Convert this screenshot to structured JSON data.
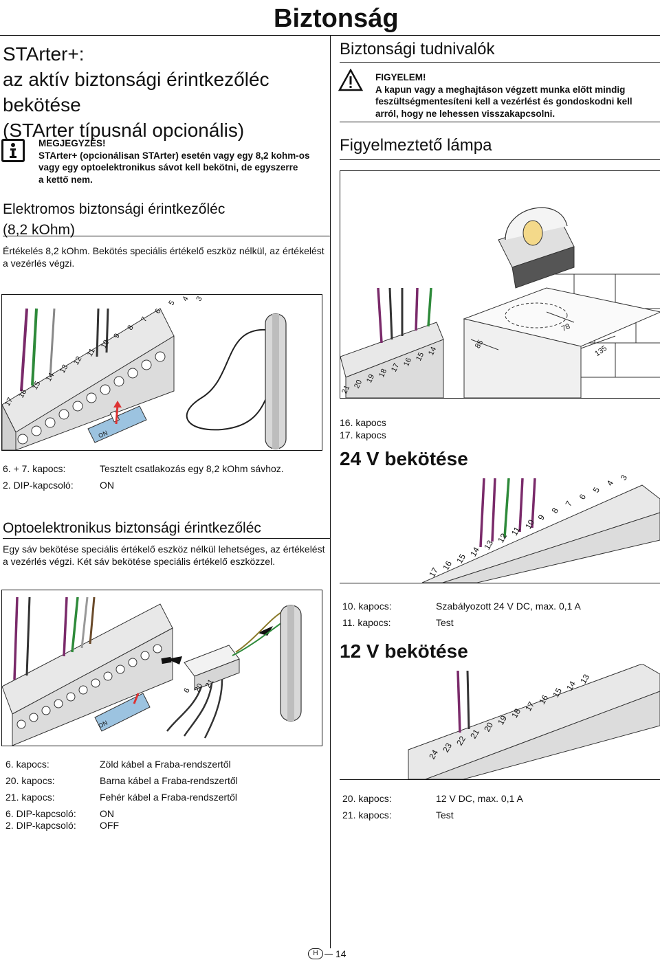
{
  "header": {
    "title": "Biztonság"
  },
  "left": {
    "title_lines": [
      "STArter+:",
      "az aktív biztonsági érintkezőléc",
      "bekötése",
      "(STArter típusnál opcionális)"
    ],
    "note": {
      "icon": "info-icon",
      "lines": [
        "MEGJEGYZÉS!",
        "STArter+ (opcionálisan STArter) esetén vagy egy 8,2 kohm-os",
        "vagy egy optoelektronikus sávot kell bekötni, de egyszerre",
        "a kettő nem."
      ]
    },
    "section1": {
      "title_lines": [
        "Elektromos biztonsági érintkezőléc",
        "(8,2 kOhm)"
      ],
      "text_lines": [
        "Értékelés 8,2 kOhm. Bekötés speciális értékelő eszköz nélkül, az értékelést",
        "a vezérlés végzi."
      ],
      "terminals": [
        "17",
        "16",
        "15",
        "14",
        "13",
        "12",
        "11",
        "10",
        "9",
        "8",
        "7",
        "6",
        "5",
        "4",
        "3"
      ],
      "dip_label": "ON",
      "rows": [
        {
          "label": "6. + 7. kapocs:",
          "value": "Tesztelt csatlakozás egy 8,2 kOhm sávhoz."
        },
        {
          "label": "2. DIP-kapcsoló:",
          "value": "ON"
        }
      ]
    },
    "section2": {
      "title": "Optoelektronikus biztonsági érintkezőléc",
      "text_lines": [
        "Egy sáv bekötése speciális értékelő eszköz nélkül lehetséges, az értékelést",
        "a vezérlés végzi. Két sáv bekötése speciális értékelő eszközzel."
      ],
      "wire_labels": [
        "6",
        "20",
        "21"
      ],
      "dip_label": "ON",
      "rows": [
        {
          "label": "6. kapocs:",
          "value": "Zöld kábel a Fraba-rendszertől"
        },
        {
          "label": "20. kapocs:",
          "value": "Barna kábel a Fraba-rendszertől"
        },
        {
          "label": "21. kapocs:",
          "value": "Fehér kábel a Fraba-rendszertől"
        },
        {
          "label": "6. DIP-kapcsoló:",
          "value": "ON"
        },
        {
          "label": "2. DIP-kapcsoló:",
          "value": "OFF"
        }
      ]
    }
  },
  "right": {
    "safety": {
      "title": "Biztonsági tudnivalók",
      "icon": "warning-icon",
      "lines": [
        "FIGYELEM!",
        "A kapun vagy a meghajtáson végzett munka előtt mindig",
        "feszültségmentesíteni kell a vezérlést és gondoskodni kell",
        "arról, hogy ne lehessen visszakapcsolni."
      ]
    },
    "lamp": {
      "title": "Figyelmeztető lámpa",
      "terminals": [
        "21",
        "20",
        "19",
        "18",
        "17",
        "16",
        "15",
        "14"
      ],
      "dims": [
        "78",
        "85",
        "135"
      ],
      "kapocs_lines": [
        "16. kapocs",
        "17. kapocs"
      ]
    },
    "v24": {
      "title": "24 V bekötése",
      "terminals": [
        "17",
        "16",
        "15",
        "14",
        "13",
        "12",
        "11",
        "10",
        "9",
        "8",
        "7",
        "6",
        "5",
        "4",
        "3"
      ],
      "rows": [
        {
          "label": "10. kapocs:",
          "value": "Szabályozott 24 V DC, max. 0,1 A"
        },
        {
          "label": "11. kapocs:",
          "value": "Test"
        }
      ]
    },
    "v12": {
      "title": "12 V bekötése",
      "terminals": [
        "24",
        "23",
        "22",
        "21",
        "20",
        "19",
        "18",
        "17",
        "16",
        "15",
        "14",
        "13"
      ],
      "rows": [
        {
          "label": "20. kapocs:",
          "value": "12 V DC, max. 0,1 A"
        },
        {
          "label": "21. kapocs:",
          "value": "Test"
        }
      ]
    }
  },
  "footer": {
    "badge": "H",
    "page": "14"
  }
}
